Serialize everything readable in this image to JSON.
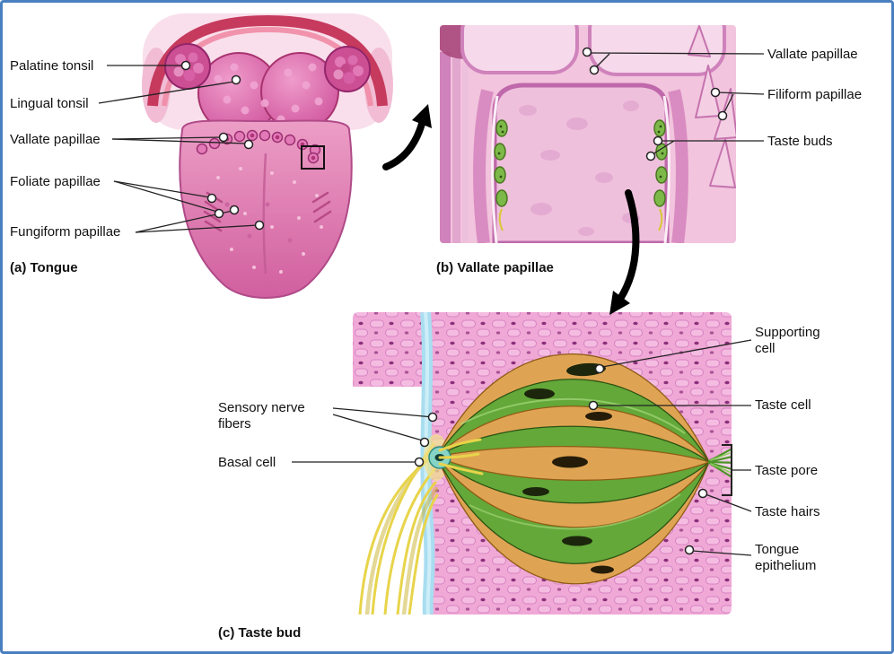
{
  "panels": {
    "a": {
      "caption": "(a) Tongue",
      "labels": [
        "Palatine tonsil",
        "Lingual tonsil",
        "Vallate papillae",
        "Foliate papillae",
        "Fungiform papillae"
      ]
    },
    "b": {
      "caption": "(b) Vallate papillae",
      "labels": [
        "Vallate papillae",
        "Filiform papillae",
        "Taste buds"
      ]
    },
    "c": {
      "caption": "(c) Taste bud",
      "labels_left": [
        "Sensory nerve fibers",
        "Basal cell"
      ],
      "labels_right": [
        "Supporting cell",
        "Taste cell",
        "Taste pore",
        "Taste hairs",
        "Tongue epithelium"
      ]
    }
  },
  "colors": {
    "frame": "#4a80c0",
    "label": "#111111",
    "green": "#63a839",
    "orange": "#dfa453",
    "nerve": "#e8d44a",
    "epithelium": "#f0a8d6",
    "membrane": "#a9ddf0",
    "tongue": "#e088b6"
  }
}
